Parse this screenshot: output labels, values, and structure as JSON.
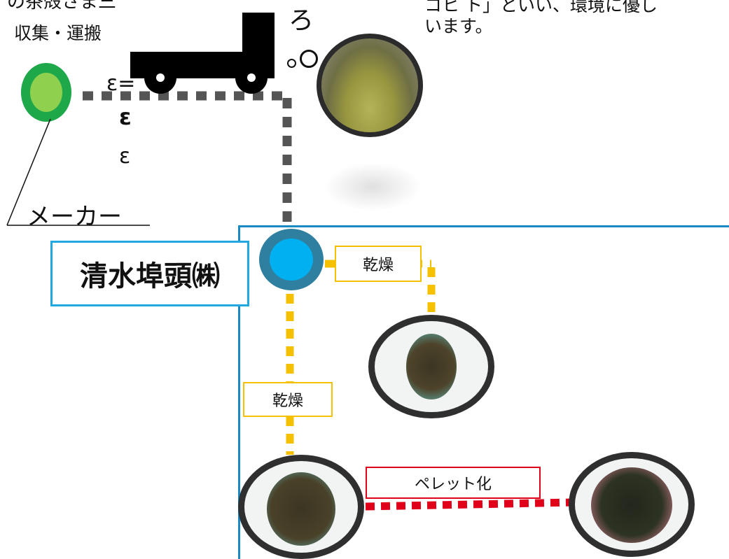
{
  "texts": {
    "collection_label": "収集・運搬",
    "maker_label": "メーカー",
    "top_right_line1": "コヒ ト」といい、環境に優し",
    "top_right_line2": "います。",
    "company_label": "清水埠頭㈱",
    "dry_label_1": "乾燥",
    "dry_label_2": "乾燥",
    "pellet_label": "ペレット化",
    "smoke_glyph": "ε=",
    "smoke_glyph_2": "ε",
    "smoke_glyph_3": "ε",
    "puff_glyph": "ろ",
    "puff_glyph_2": "ｏ",
    "partial_top_text": "の茶殻さま三"
  },
  "colors": {
    "grey_dash": "#555555",
    "yellow_dash": "#f5c000",
    "red_dash": "#e0001a",
    "blue_frame": "#1a8ac4",
    "company_border": "#21a8e0",
    "maker_node_outer": "#1ea84a",
    "maker_node_inner": "#8fd14f",
    "plant_node_outer": "#2f7fa0",
    "plant_node_inner": "#00b0f0",
    "truck": "#000000"
  }
}
